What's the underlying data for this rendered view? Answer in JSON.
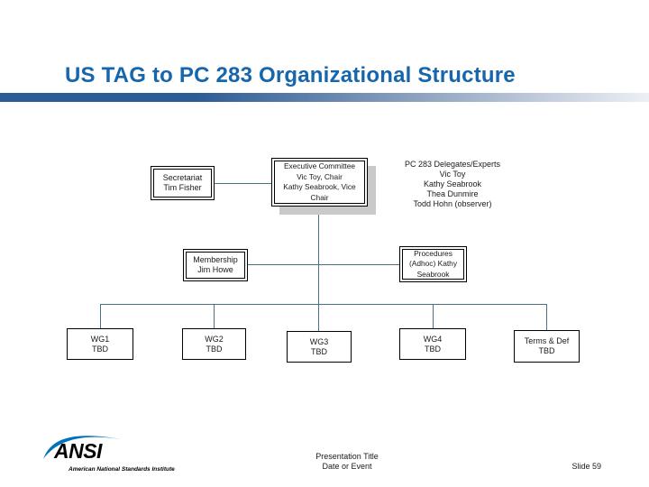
{
  "slide": {
    "title": "US TAG to PC 283 Organizational Structure"
  },
  "org_chart": {
    "secretariat": {
      "lines": [
        "Secretariat",
        "Tim Fisher"
      ]
    },
    "executive": {
      "lines": [
        "Executive Committee",
        "Vic Toy, Chair",
        "Kathy Seabrook, Vice Chair"
      ]
    },
    "delegates": {
      "lines": [
        "PC 283 Delegates/Experts",
        "Vic Toy",
        "Kathy Seabrook",
        "Thea Dunmire",
        "Todd Hohn (observer)"
      ]
    },
    "membership": {
      "lines": [
        "Membership",
        "Jim Howe"
      ]
    },
    "procedures": {
      "lines": [
        "Procedures",
        "(Adhoc) Kathy",
        "Seabrook"
      ]
    },
    "wg1": {
      "lines": [
        "WG1",
        "TBD"
      ]
    },
    "wg2": {
      "lines": [
        "WG2",
        "TBD"
      ]
    },
    "wg3": {
      "lines": [
        "WG3",
        "TBD"
      ]
    },
    "wg4": {
      "lines": [
        "WG4",
        "TBD"
      ]
    },
    "terms_def": {
      "lines": [
        "Terms & Def",
        "TBD"
      ]
    }
  },
  "footer": {
    "presentation_title": "Presentation Title",
    "date_or_event": "Date or Event",
    "slide_label": "Slide 59"
  },
  "logo": {
    "name": "ANSI",
    "tagline": "American National Standards Institute"
  },
  "colors": {
    "title_blue": "#1666AD",
    "bar_left": "#2B5C95",
    "bar_mid": "#8FA3C0",
    "bar_right": "#EDF0F5",
    "connector": "#4A7382",
    "shadow_gray": "#C9C9C9",
    "ansi_blue": "#0071BC"
  }
}
